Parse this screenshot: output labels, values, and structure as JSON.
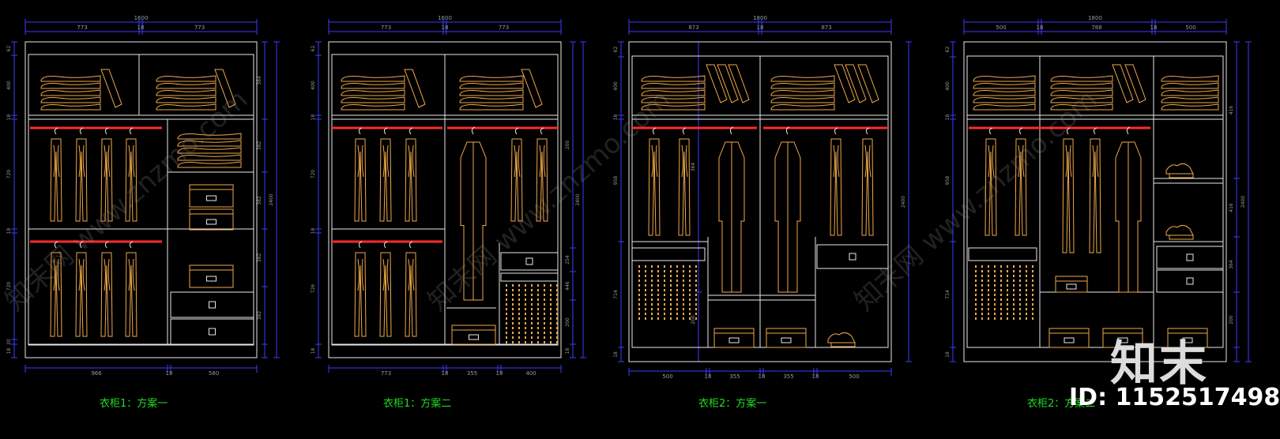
{
  "colors": {
    "background": "#000000",
    "frame": "#e8e8e8",
    "dimension": "#3c3cff",
    "dim_text": "#9a9a9a",
    "clothing": "#f0a848",
    "hanging_rod": "#ff2a2a",
    "caption": "#22dd22",
    "watermark": "#bcbcbc",
    "box_label": "#ffffff"
  },
  "drawings": [
    {
      "caption": "衣柜1：方案一",
      "top_dims": {
        "total": "1600",
        "segments": [
          "773",
          "18",
          "773"
        ]
      },
      "bottom_dims": [
        "966",
        "18",
        "580"
      ],
      "right_total": "2400",
      "left_dims": [
        "62",
        "400",
        "18",
        "720",
        "18",
        "720",
        "20",
        "18"
      ],
      "inner_dims": [
        "384",
        "382",
        "382",
        "382",
        "382"
      ]
    },
    {
      "caption": "衣柜1：方案二",
      "top_dims": {
        "total": "1600",
        "segments": [
          "773",
          "18",
          "773"
        ]
      },
      "bottom_dims": [
        "773",
        "18",
        "355",
        "18",
        "400"
      ],
      "right_total": "2400",
      "left_dims": [
        "62",
        "400",
        "18",
        "720",
        "18",
        "726",
        "18"
      ],
      "inner_dims": [
        "200",
        "254",
        "446",
        "200",
        "18"
      ]
    },
    {
      "caption": "衣柜2：方案一",
      "top_dims": {
        "total": "1800",
        "segments": [
          "873",
          "18",
          "873"
        ]
      },
      "bottom_dims": [
        "500",
        "18",
        "355",
        "18",
        "355",
        "18",
        "500"
      ],
      "right_total": "2400",
      "left_dims": [
        "62",
        "400",
        "18",
        "958",
        "714",
        "18"
      ],
      "inner_dims": [
        "364",
        "200"
      ]
    },
    {
      "caption": "衣柜2：方案二",
      "top_dims": {
        "total": "1800",
        "segments": [
          "500",
          "18",
          "788",
          "18",
          "500"
        ]
      },
      "bottom_dims": [],
      "right_total": "2400",
      "left_dims": [
        "62",
        "400",
        "18",
        "958",
        "714",
        "18"
      ],
      "inner_dims": [
        "416",
        "416",
        "364",
        "200"
      ]
    }
  ],
  "watermark": {
    "site_cn": "知末网",
    "site_url": "www.znzmo.com"
  },
  "brand": {
    "logo_text": "知末",
    "id_label": "ID: 1152517498"
  }
}
